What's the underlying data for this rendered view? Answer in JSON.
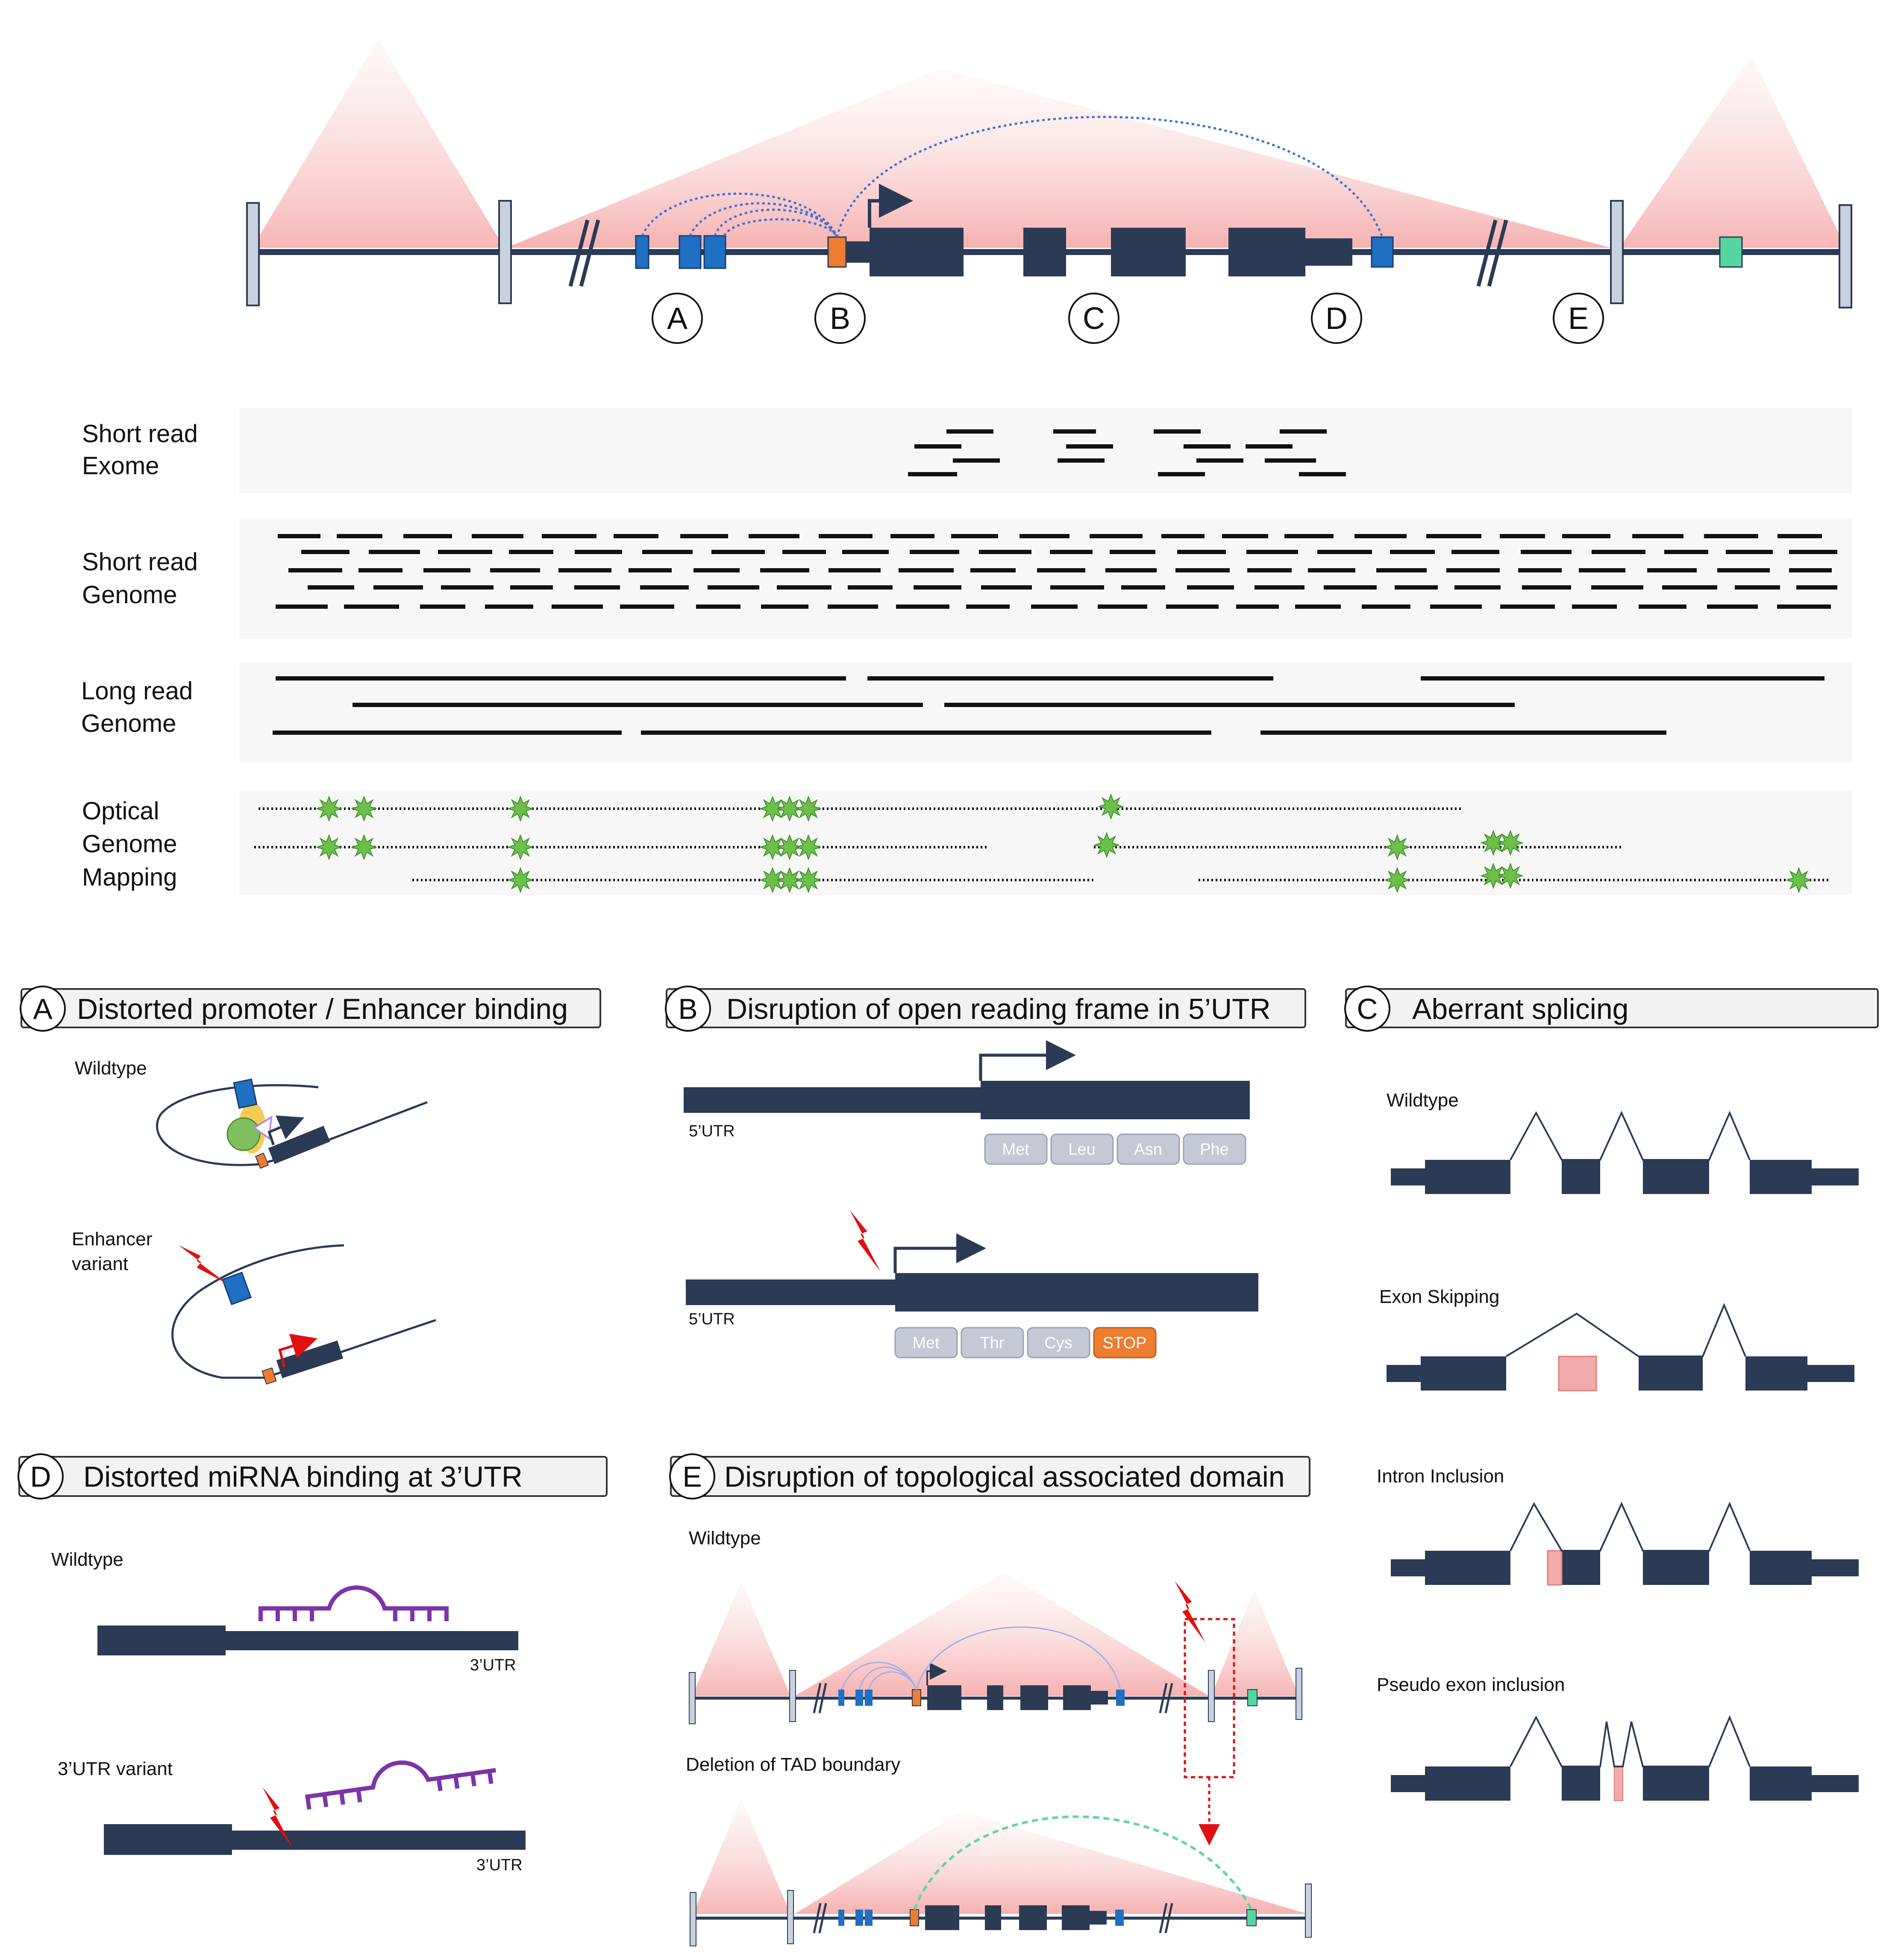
{
  "colors": {
    "navy": "#2b3a55",
    "exon_blue": "#1f6fc2",
    "orange": "#ed7d31",
    "green_exon": "#55d6a0",
    "tad_pink": "#f6b9b9",
    "boundary_gray": "#c9d0de",
    "red_bolt": "#e01010",
    "purple": "#7b35a8",
    "pill_gray": "#c5c9d6",
    "star_green": "#6cc04a",
    "dashed_blue": "#3a6fd8",
    "dashed_green": "#5fd6a8",
    "inclusion_pink": "#f0aaaa"
  },
  "top_diagram": {
    "labels": [
      "A",
      "B",
      "C",
      "D",
      "E"
    ]
  },
  "tracks": [
    {
      "id": "short-exome",
      "lines": [
        "Short read",
        "Exome"
      ]
    },
    {
      "id": "short-genome",
      "lines": [
        "Short read",
        "Genome"
      ]
    },
    {
      "id": "long-genome",
      "lines": [
        "Long read",
        "Genome"
      ]
    },
    {
      "id": "ogm",
      "lines": [
        "Optical",
        "Genome",
        "Mapping"
      ]
    }
  ],
  "panels": {
    "A": {
      "letter": "A",
      "title": "Distorted promoter / Enhancer binding",
      "wildtype": "Wildtype",
      "variant_lines": [
        "Enhancer",
        "variant"
      ]
    },
    "B": {
      "letter": "B",
      "title": "Disruption of open reading frame in 5’UTR",
      "utr_top": "5’UTR",
      "utr_bottom": "5’UTR",
      "codons_wt": [
        "Met",
        "Leu",
        "Asn",
        "Phe"
      ],
      "codons_var": [
        "Met",
        "Thr",
        "Cys",
        "STOP"
      ]
    },
    "C": {
      "letter": "C",
      "title": "Aberrant splicing",
      "rows": [
        "Wildtype",
        "Exon Skipping",
        "Intron Inclusion",
        "Pseudo exon inclusion"
      ]
    },
    "D": {
      "letter": "D",
      "title": "Distorted miRNA binding at 3’UTR",
      "wildtype": "Wildtype",
      "variant": "3’UTR variant",
      "utr_top": "3’UTR",
      "utr_bottom": "3’UTR"
    },
    "E": {
      "letter": "E",
      "title": "Disruption of topological associated domain",
      "wildtype": "Wildtype",
      "deletion": "Deletion of TAD boundary"
    }
  }
}
